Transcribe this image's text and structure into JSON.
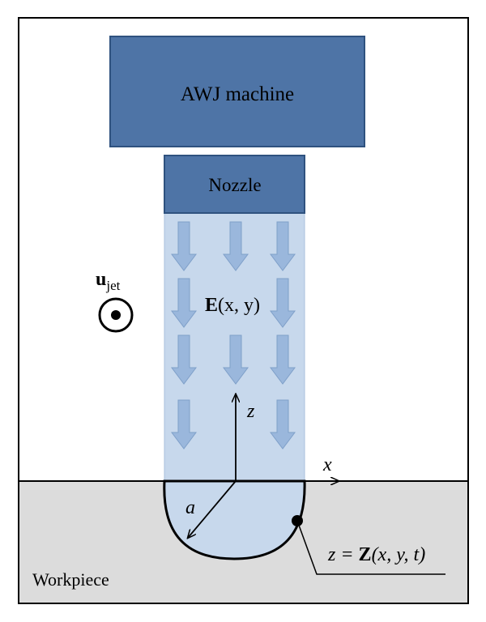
{
  "machine": {
    "label": "AWJ machine",
    "fill": "#4e74a6",
    "stroke": "#2f527f"
  },
  "nozzle": {
    "label": "Nozzle",
    "fill": "#4e74a6"
  },
  "jet": {
    "fill": "#c7d8ec",
    "arrow_color": "#9ab7dc",
    "energy_label": {
      "bold": "E",
      "rest": "(x, y)"
    }
  },
  "velocity": {
    "bold": "u",
    "subscript": "jet",
    "symbol": "out-of-plane-dot-icon"
  },
  "axes": {
    "z_label": "z",
    "x_label": "x",
    "radius_label": "a"
  },
  "surface_label": {
    "prefix": "z = ",
    "bold": "Z",
    "rest": "(x, y, t)"
  },
  "workpiece": {
    "label": "Workpiece",
    "fill": "#dcdcdc"
  }
}
